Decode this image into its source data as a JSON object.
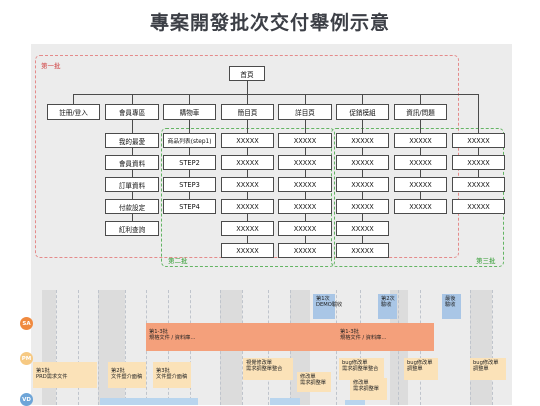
{
  "title": "專案開發批次交付舉例示意",
  "batches": {
    "b1": "第一批",
    "b2": "第二批",
    "b3": "第三批"
  },
  "sitemap": {
    "home": "首頁",
    "top": [
      "註冊/登入",
      "會員專區",
      "購物車",
      "簡目頁",
      "詳目頁",
      "促銷模組",
      "資訊/問題"
    ],
    "member": [
      "我的最愛",
      "會員資料",
      "訂單資料",
      "付款設定",
      "紅利查詢"
    ],
    "cart": [
      "商品列表(step1)",
      "STEP2",
      "STEP3",
      "STEP4"
    ],
    "cell": "XXXXX"
  },
  "timeline": {
    "roles": [
      "SA",
      "PM",
      "VD"
    ],
    "milestones": [
      {
        "text": "第1次\nDEMO驗收"
      },
      {
        "text": "第2次\n驗收"
      },
      {
        "text": "最後\n驗收"
      }
    ],
    "sa_bars": [
      {
        "text": "第1-3批\n規格文件 / 資料庫…"
      },
      {
        "text": "第1-3批\n規格文件 / 資料庫…"
      }
    ],
    "pm_bars": [
      {
        "text": "第1批\nPRD需求文件"
      },
      {
        "text": "第2批\n文件暨介面稿"
      },
      {
        "text": "第3批\n文件暨介面稿"
      },
      {
        "text": "視覺修改單\n需求調整單整合"
      },
      {
        "text": "修改單\n需求調整單"
      },
      {
        "text": "bug修改單\n需求調整單整合"
      },
      {
        "text": "修改單\n需求調整單"
      },
      {
        "text": "bug修改單\n調整單"
      },
      {
        "text": "bug修改單\n調整單"
      }
    ]
  },
  "colors": {
    "red_dash": "#e48a8a",
    "green_dash": "#63b463",
    "sa": "#f08a3f",
    "pm": "#f6c983",
    "vd": "#6ea5d8"
  }
}
